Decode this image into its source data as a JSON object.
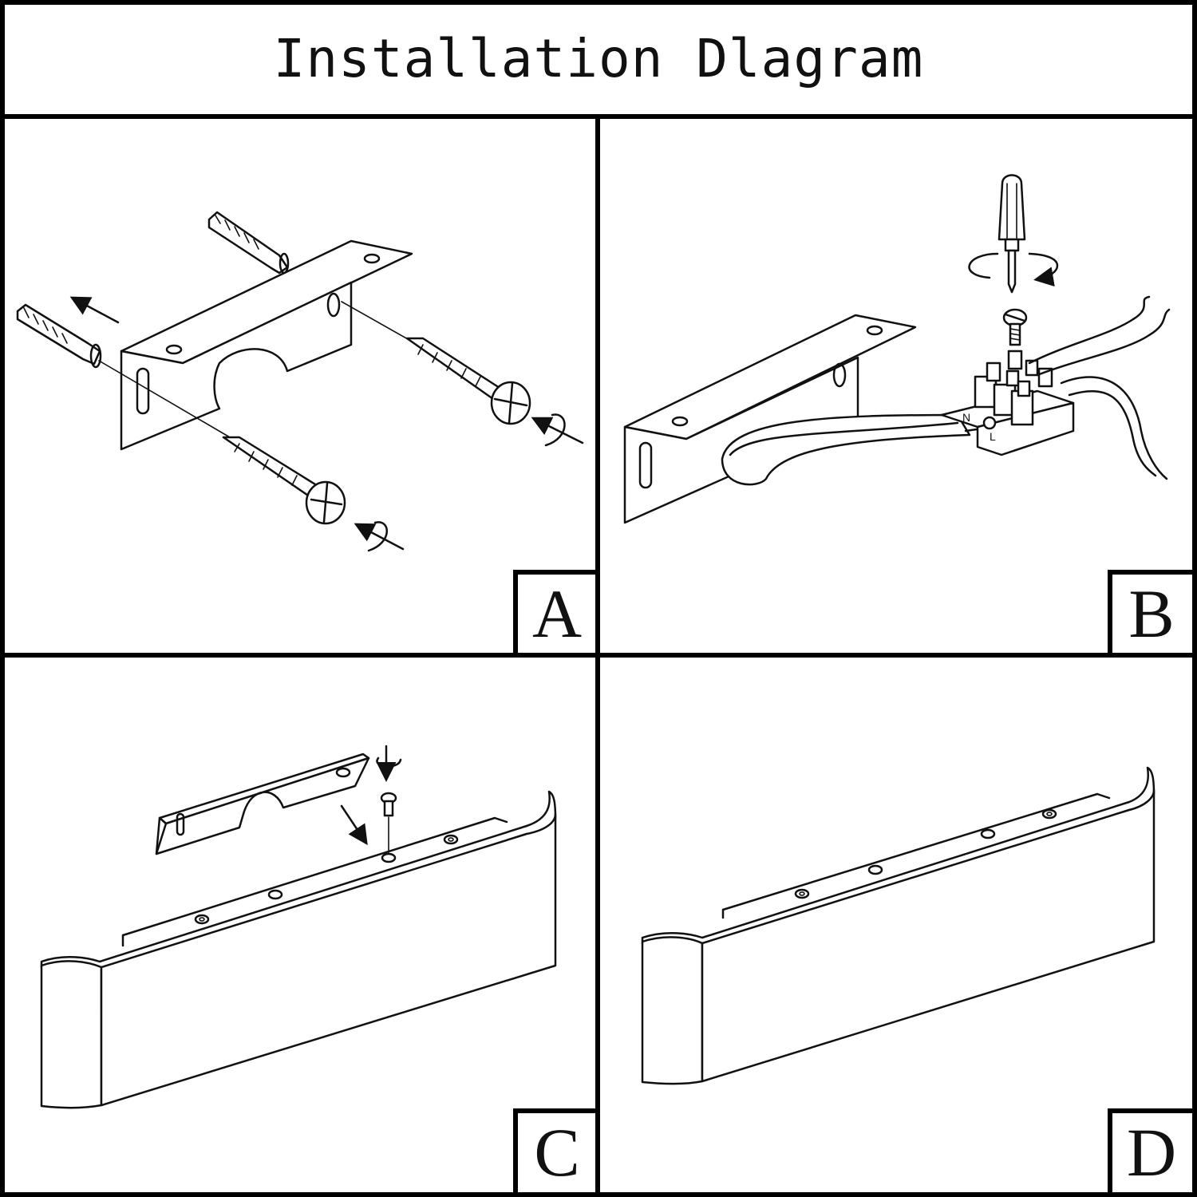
{
  "title": "Installation Dlagram",
  "panels": {
    "a": {
      "label": "A"
    },
    "b": {
      "label": "B"
    },
    "c": {
      "label": "C"
    },
    "d": {
      "label": "D"
    }
  },
  "terminal_marks": [
    "N",
    "L"
  ]
}
